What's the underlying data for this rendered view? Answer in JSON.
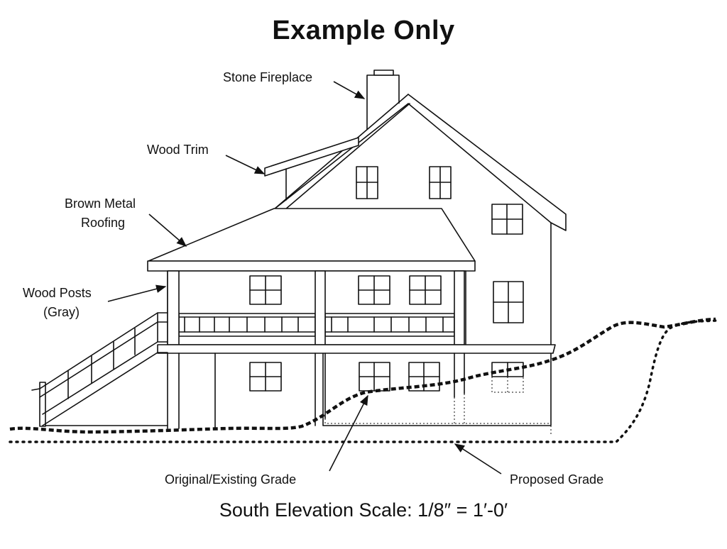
{
  "title": "Example Only",
  "labels": {
    "stone_fireplace": "Stone Fireplace",
    "wood_trim": "Wood Trim",
    "brown_metal_roofing_line1": "Brown Metal",
    "brown_metal_roofing_line2": "Roofing",
    "wood_posts_line1": "Wood Posts",
    "wood_posts_line2": "(Gray)",
    "original_existing_grade": "Original/Existing Grade",
    "proposed_grade": "Proposed Grade"
  },
  "caption": "South Elevation Scale: 1/8″ = 1′-0′",
  "colors": {
    "ink": "#111111",
    "background": "#ffffff"
  }
}
